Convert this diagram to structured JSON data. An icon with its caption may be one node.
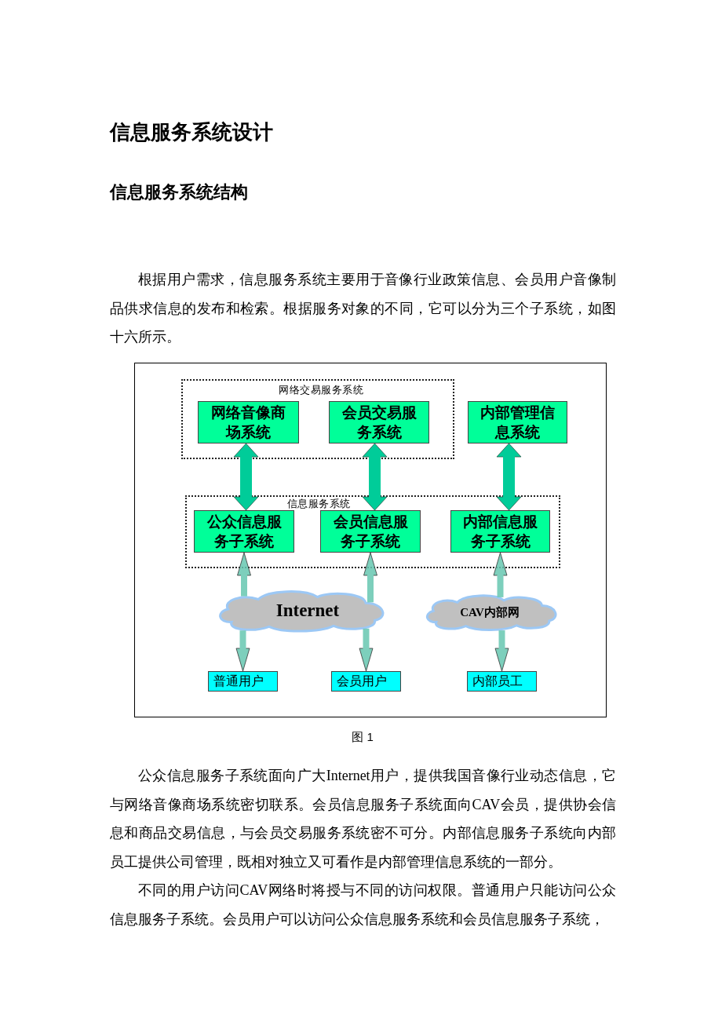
{
  "diagram": {
    "title": "信息服务系统设计",
    "nodes": [
      {
        "text": [
          "网络交易服务系统"
        ]
      },
      {
        "text": [
          "网络音像商场系统"
        ],
        "in": 0
      },
      {
        "text": [
          "会员交易服务系统"
        ],
        "in": 0
      },
      {
        "text": [
          "内部管理信息系统"
        ]
      },
      {
        "text": [
          "信息服务系统"
        ]
      },
      {
        "text": [
          "公众信息服务子系统"
        ],
        "in": 4
      },
      {
        "text": [
          "会员信息服务子系统"
        ],
        "in": 4
      },
      {
        "text": [
          "内部信息服务子系统"
        ],
        "in": 4
      },
      {
        "text": [
          "Internet"
        ]
      },
      {
        "text": [
          "CAV内部网"
        ]
      },
      {
        "text": [
          "普通用户"
        ]
      },
      {
        "text": [
          "会员用户"
        ]
      },
      {
        "text": [
          "内部员工"
        ]
      }
    ],
    "edges": [
      {
        "from": 1,
        "to": 5,
        "arrow": "both",
        "style": "thick",
        "color": "#00cc99"
      },
      {
        "from": 2,
        "to": 6,
        "arrow": "both",
        "style": "thick",
        "color": "#00cc99"
      },
      {
        "from": 3,
        "to": 7,
        "arrow": "both",
        "style": "thick",
        "color": "#00cc99"
      },
      {
        "from": 8,
        "to": 5,
        "arrow": "to"
      },
      {
        "from": 8,
        "to": 10,
        "arrow": "to"
      },
      {
        "from": 8,
        "to": 6,
        "arrow": "to"
      },
      {
        "from": 8,
        "to": 11,
        "arrow": "to"
      },
      {
        "from": 9,
        "to": 7,
        "arrow": "to"
      },
      {
        "from": 9,
        "to": 12,
        "arrow": "to"
      }
    ],
    "caption": "图 1",
    "labels": [
      "信息服务系统结构",
      "根据用户需求，信息服务系统主要用于音像行业政策信息、会员用户音像制品供求信息的发布和检索。根据服务对象的不同，它可以分为三个子系统，如图十六所示。",
      "公众信息服务子系统面向广大Internet用户，提供我国音像行业动态信息，它与网络音像商场系统密切联系。会员信息服务子系统面向CAV会员，提供协会信息和商品交易信息，与会员交易服务系统密不可分。内部信息服务子系统向内部员工提供公司管理，既相对独立又可看作是内部管理信息系统的一部分。",
      "不同的用户访问CAV网络时将授与不同的访问权限。普通用户只能访问公众信息服务子系统。会员用户可以访问公众信息服务系统和会员信息服务子系统，"
    ]
  }
}
